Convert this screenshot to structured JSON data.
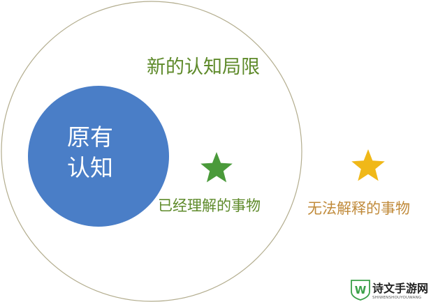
{
  "diagram": {
    "outer_label": "新的认知局限",
    "inner_label_line1": "原有",
    "inner_label_line2": "认知",
    "understood_label": "已经理解的事物",
    "unexplainable_label": "无法解释的事物"
  },
  "watermark": {
    "logo_letter": "W",
    "site_name": "诗文手游网",
    "site_url": "SHIWENSHOUYOUWANG"
  },
  "colors": {
    "outer_circle_stroke": "#b3ad8e",
    "inner_circle_fill": "#4a7ec7",
    "inner_text": "#ffffff",
    "green_text": "#5e8a2a",
    "green_star": "#4a9a3a",
    "orange_text": "#c08a3a",
    "yellow_star": "#f0b818",
    "watermark_dark": "#222222",
    "watermark_green": "#3aa048"
  },
  "icons": {
    "understood_marker": "green-star-icon",
    "unexplainable_marker": "yellow-star-icon",
    "watermark_logo": "shield-logo-icon"
  }
}
